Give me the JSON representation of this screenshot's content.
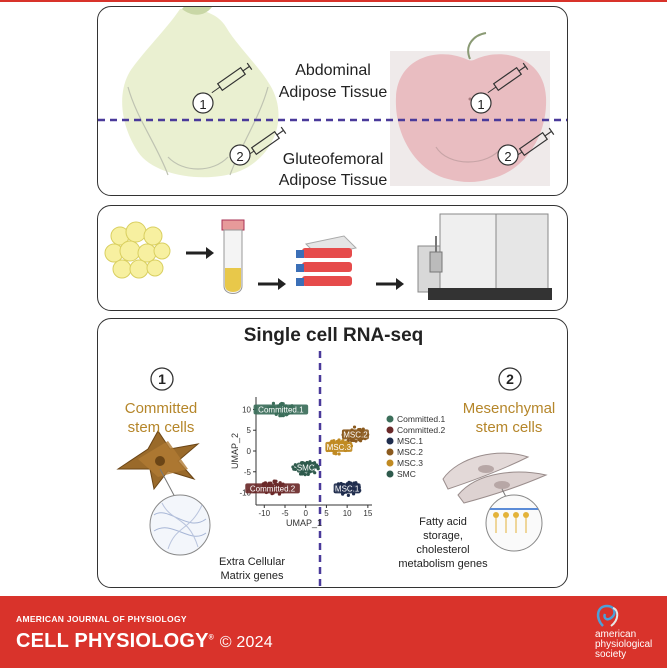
{
  "panel1": {
    "abdominal": "Abdominal\nAdipose Tissue",
    "gluteo": "Gluteofemoral\nAdipose Tissue",
    "marker1": "1",
    "marker2": "2"
  },
  "panel3": {
    "title": "Single cell RNA-seq",
    "left_num": "1",
    "right_num": "2",
    "left_label": "Committed\nstem cells",
    "right_label": "Mesenchymal\nstem cells",
    "left_caption": "Extra Cellular\nMatrix genes",
    "right_caption": "Fatty acid\nstorage,\ncholesterol\nmetabolism genes"
  },
  "chart_data": {
    "type": "scatter",
    "xlabel": "UMAP_1",
    "ylabel": "UMAP_2",
    "x_ticks": [
      -10,
      -5,
      0,
      5,
      10,
      15
    ],
    "y_ticks": [
      10,
      5,
      0,
      -5,
      -10
    ],
    "xlim": [
      -12,
      16
    ],
    "ylim": [
      -13,
      13
    ],
    "series": [
      {
        "name": "Committed.1",
        "color": "#3b6e5a",
        "center": [
          -6,
          10
        ],
        "label": "Committed.1"
      },
      {
        "name": "Committed.2",
        "color": "#6b2a2a",
        "center": [
          -8,
          -9
        ],
        "label": "Committed.2"
      },
      {
        "name": "MSC.1",
        "color": "#1f2d4d",
        "center": [
          10,
          -9
        ],
        "label": "MSC.1"
      },
      {
        "name": "MSC.2",
        "color": "#8b5a1e",
        "center": [
          12,
          4
        ],
        "label": "MSC.2"
      },
      {
        "name": "MSC.3",
        "color": "#c08a22",
        "center": [
          8,
          1
        ],
        "label": "MSC.3"
      },
      {
        "name": "SMC",
        "color": "#2e5a4c",
        "center": [
          0,
          -4
        ],
        "label": "SMC"
      }
    ]
  },
  "footer": {
    "journal": "AMERICAN JOURNAL OF PHYSIOLOGY",
    "brand": "CELL PHYSIOLOGY",
    "mark": "®",
    "year": "© 2024",
    "society": "american\nphysiological\nsociety"
  }
}
